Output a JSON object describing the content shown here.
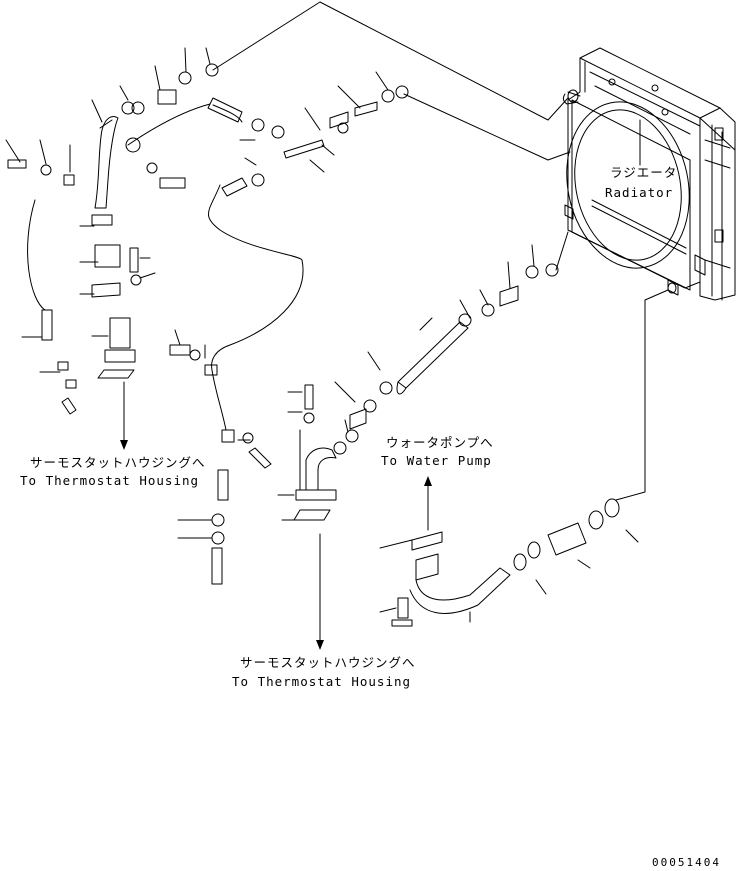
{
  "labels": {
    "radiator_jp": "ラジエータ",
    "radiator_en": "Radiator",
    "water_pump_jp": "ウォータポンプへ",
    "water_pump_en": "To Water Pump",
    "thermostat_left_jp": "サーモスタットハウジングへ",
    "thermostat_left_en": "To Thermostat Housing",
    "thermostat_bottom_jp": "サーモスタットハウジングへ",
    "thermostat_bottom_en": "To Thermostat Housing",
    "drawing_number": "00051404"
  }
}
